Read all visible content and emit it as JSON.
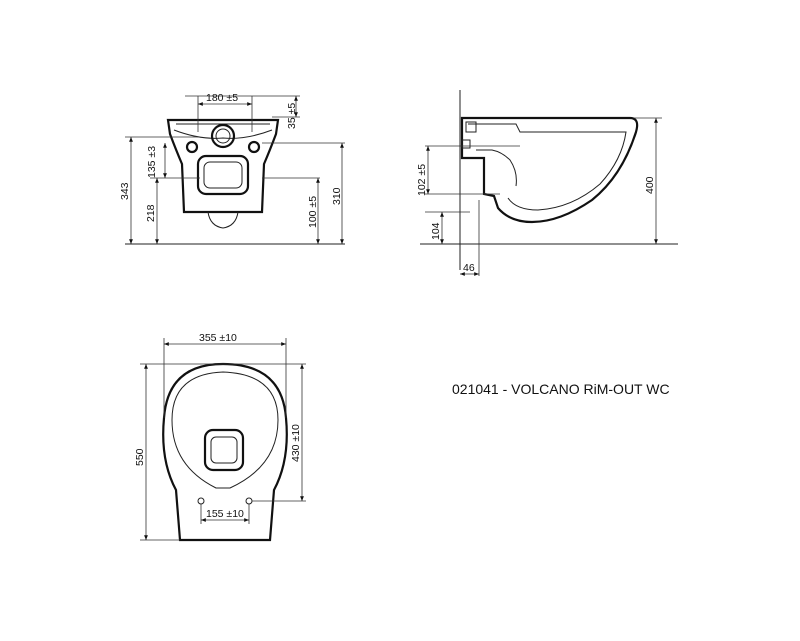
{
  "title": "021041 - VOLCANO RiM-OUT WC",
  "front_view": {
    "dim_width_top": "180 ±5",
    "dim_height_top": "35 ±5",
    "dim_fixing_height": "135 ±3",
    "dim_total_height": "343",
    "dim_lower_height": "218",
    "dim_outlet_height": "100 ±5",
    "dim_right_height": "310"
  },
  "side_view": {
    "dim_outlet_offset": "102 ±5",
    "dim_floor_to_outlet": "104",
    "dim_outlet_depth": "46",
    "dim_total_height": "400"
  },
  "top_view": {
    "dim_width": "355 ±10",
    "dim_length": "550",
    "dim_bolt_to_front": "430 ±10",
    "dim_bolt_spacing": "155 ±10"
  }
}
